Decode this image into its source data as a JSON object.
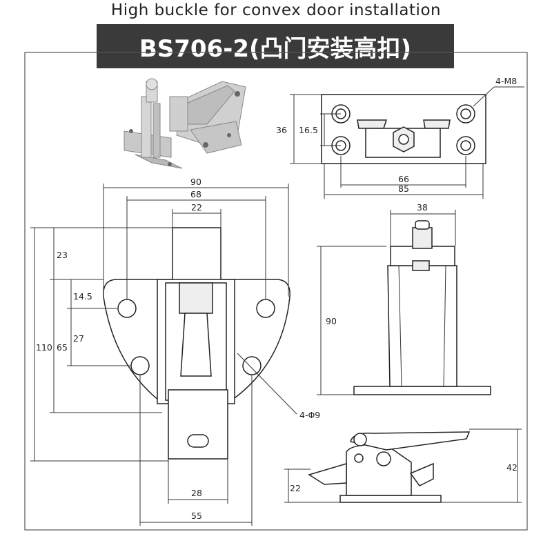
{
  "header": {
    "subtitle": "High buckle for convex door installation",
    "title": "BS706-2(凸门安装高扣)"
  },
  "top_view": {
    "dims": {
      "overall_length": "85",
      "hole_spacing": "66",
      "height": "36",
      "hole_vertical": "16.5"
    },
    "hole_callout": "4-M8"
  },
  "main_view": {
    "dims": {
      "overall_width": "90",
      "hole_spacing_w": "68",
      "body_width": "22",
      "top_offset": "23",
      "hole_offset": "14.5",
      "hole_spacing_h": "27",
      "mid_height": "65",
      "overall_height": "110",
      "tab_width": "28",
      "bottom_width": "55"
    },
    "hole_callout": "4-Φ9"
  },
  "post_view": {
    "dims": {
      "top_width": "38",
      "height": "90"
    }
  },
  "side_view": {
    "dims": {
      "total_height": "42",
      "base_height": "22"
    }
  },
  "colors": {
    "banner_bg": "#3a3a3a",
    "line": "#333333"
  }
}
